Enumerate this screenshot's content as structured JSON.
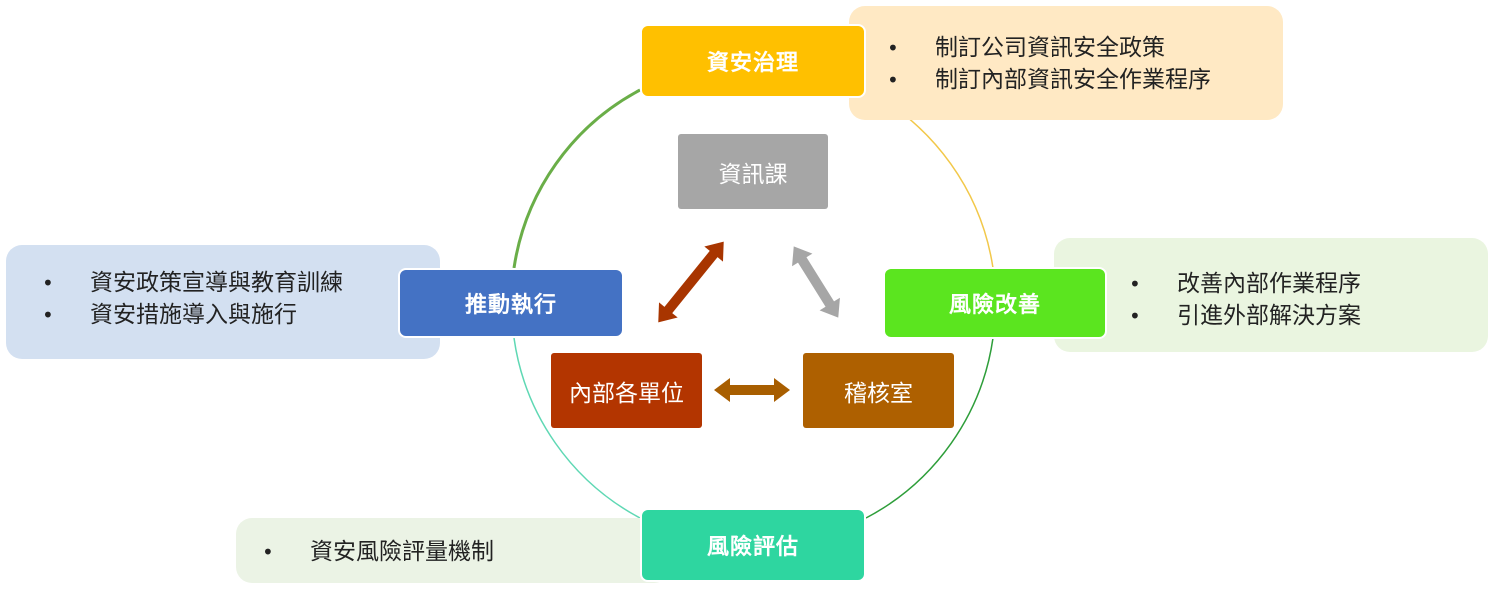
{
  "phases": {
    "governance": {
      "label": "資安治理",
      "color": "#FFC000"
    },
    "improvement": {
      "label": "風險改善",
      "color": "#5BE51F"
    },
    "assessment": {
      "label": "風險評估",
      "color": "#2ED6A0"
    },
    "execution": {
      "label": "推動執行",
      "color": "#4472C4"
    }
  },
  "units": {
    "it": {
      "label": "資訊課",
      "color": "#A6A6A6"
    },
    "internal": {
      "label": "內部各單位",
      "color": "#B33500"
    },
    "audit": {
      "label": "稽核室",
      "color": "#AE6000"
    }
  },
  "notes": {
    "governance": {
      "bg": "#FFE9C4",
      "items": [
        "制訂公司資訊安全政策",
        "制訂內部資訊安全作業程序"
      ]
    },
    "improvement": {
      "bg": "#EAF5E0",
      "items": [
        "改善內部作業程序",
        "引進外部解決方案"
      ]
    },
    "execution": {
      "bg": "#D3E0F1",
      "items": [
        "資安政策宣導與教育訓練",
        "資安措施導入與施行"
      ]
    },
    "assessment": {
      "bg": "#EBF3E5",
      "items": [
        "資安風險評量機制"
      ]
    }
  },
  "bullet": "•",
  "arrow_colors": {
    "internal_it": "#A83500",
    "it_audit": "#A6A6A6",
    "internal_audit": "#A85E00"
  },
  "cycle_colors": {
    "execution_to_governance": "#6AAE48",
    "governance_to_improvement": "#F2C84A",
    "improvement_to_assessment": "#2E9E3A",
    "assessment_to_execution": "#5FD8B4"
  }
}
